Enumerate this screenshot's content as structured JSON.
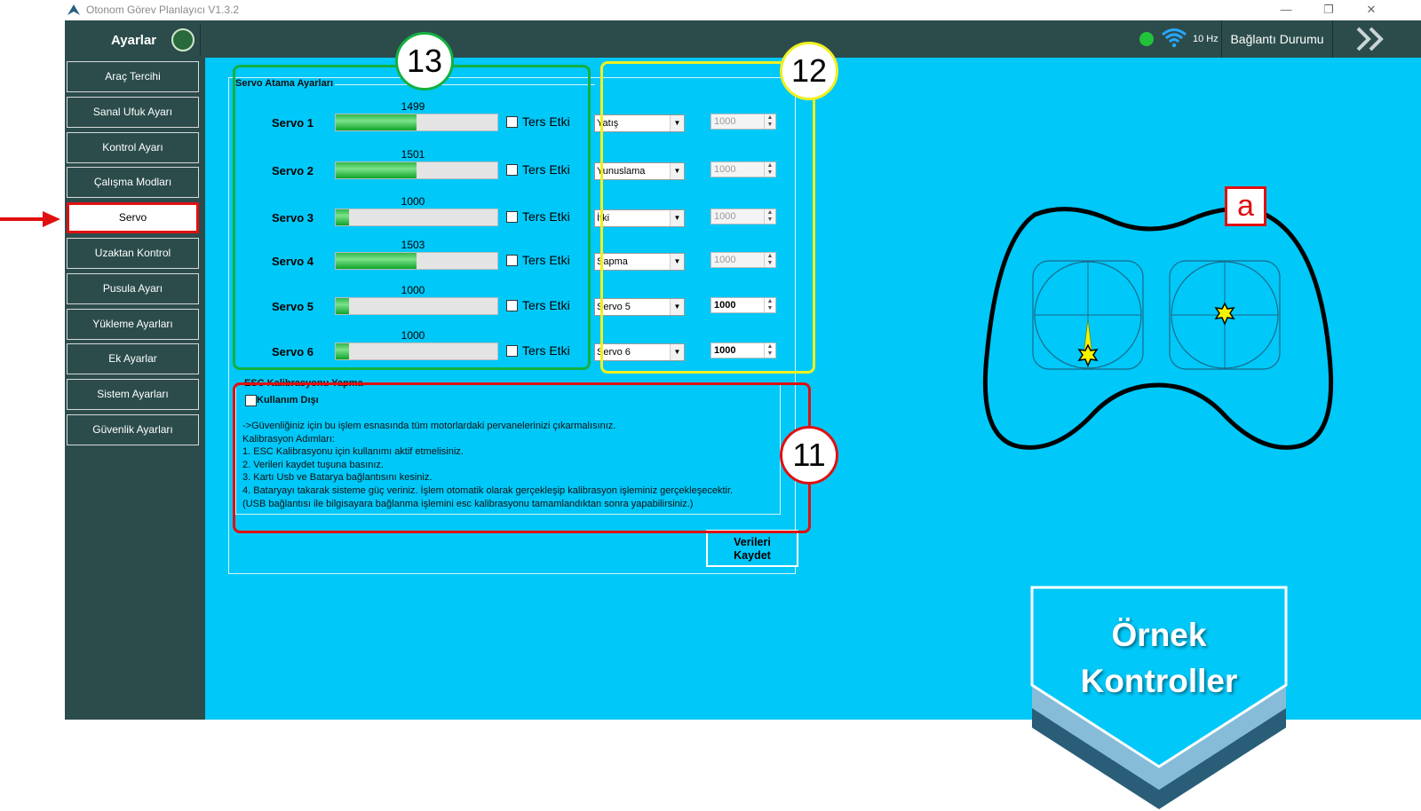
{
  "window": {
    "title": "Otonom Görev Planlayıcı V1.3.2",
    "minimize_glyph": "—",
    "restore_glyph": "❐",
    "close_glyph": "✕"
  },
  "header": {
    "settings_title": "Ayarlar",
    "rate": "10 Hz",
    "connection_label": "Bağlantı Durumu",
    "status_color": "#22c23a"
  },
  "sidebar": {
    "items": [
      {
        "label": "Araç Tercihi",
        "active": false
      },
      {
        "label": "Sanal Ufuk Ayarı",
        "active": false
      },
      {
        "label": "Kontrol Ayarı",
        "active": false
      },
      {
        "label": "Çalışma Modları",
        "active": false
      },
      {
        "label": "Servo",
        "active": true
      },
      {
        "label": "Uzaktan Kontrol",
        "active": false
      },
      {
        "label": "Pusula Ayarı",
        "active": false
      },
      {
        "label": "Yükleme Ayarları",
        "active": false
      },
      {
        "label": "Ek Ayarlar",
        "active": false
      },
      {
        "label": "Sistem Ayarları",
        "active": false
      },
      {
        "label": "Güvenlik Ayarları",
        "active": false
      }
    ]
  },
  "servo_panel": {
    "title": "Servo Atama Ayarları",
    "reverse_label": "Ters Etki",
    "servos": [
      {
        "label": "Servo 1",
        "value": "1499",
        "level": 0.5,
        "function": "Yatış",
        "pwm": "1000",
        "pwm_enabled": false
      },
      {
        "label": "Servo 2",
        "value": "1501",
        "level": 0.5,
        "function": "Yunuslama",
        "pwm": "1000",
        "pwm_enabled": false
      },
      {
        "label": "Servo 3",
        "value": "1000",
        "level": 0.08,
        "function": "İtki",
        "pwm": "1000",
        "pwm_enabled": false
      },
      {
        "label": "Servo 4",
        "value": "1503",
        "level": 0.5,
        "function": "Sapma",
        "pwm": "1000",
        "pwm_enabled": false
      },
      {
        "label": "Servo 5",
        "value": "1000",
        "level": 0.08,
        "function": "Servo 5",
        "pwm": "1000",
        "pwm_enabled": true
      },
      {
        "label": "Servo 6",
        "value": "1000",
        "level": 0.08,
        "function": "Servo 6",
        "pwm": "1000",
        "pwm_enabled": true
      }
    ]
  },
  "esc": {
    "title": "ESC Kalibrasyonu Yapma",
    "checkbox_label": "Kullanım Dışı",
    "lines": [
      "->Güvenliğiniz için bu işlem esnasında tüm motorlardaki pervanelerinizi çıkarmalısınız.",
      "Kalibrasyon Adımları:",
      "1. ESC Kalibrasyonu için kullanımı aktif etmelisiniz.",
      "2. Verileri kaydet tuşuna basınız.",
      "3. Kartı Usb ve Batarya bağlantısını kesiniz.",
      "4. Bataryayı takarak sisteme güç veriniz. İşlem otomatik olarak gerçekleşip kalibrasyon işleminiz gerçekleşecektir.",
      "(USB bağlantısı ile bilgisayara bağlanma işlemini esc kalibrasyonu tamamlandıktan sonra yapabilirsiniz.)"
    ]
  },
  "save_button": {
    "line1": "Verileri",
    "line2": "Kaydet"
  },
  "callouts": {
    "n13": "13",
    "n12": "12",
    "n11": "11",
    "a": "a",
    "green": "#13b040",
    "yellow": "#f0f020",
    "red": "#e01010"
  },
  "banner": {
    "line1": "Örnek",
    "line2": "Kontroller"
  }
}
